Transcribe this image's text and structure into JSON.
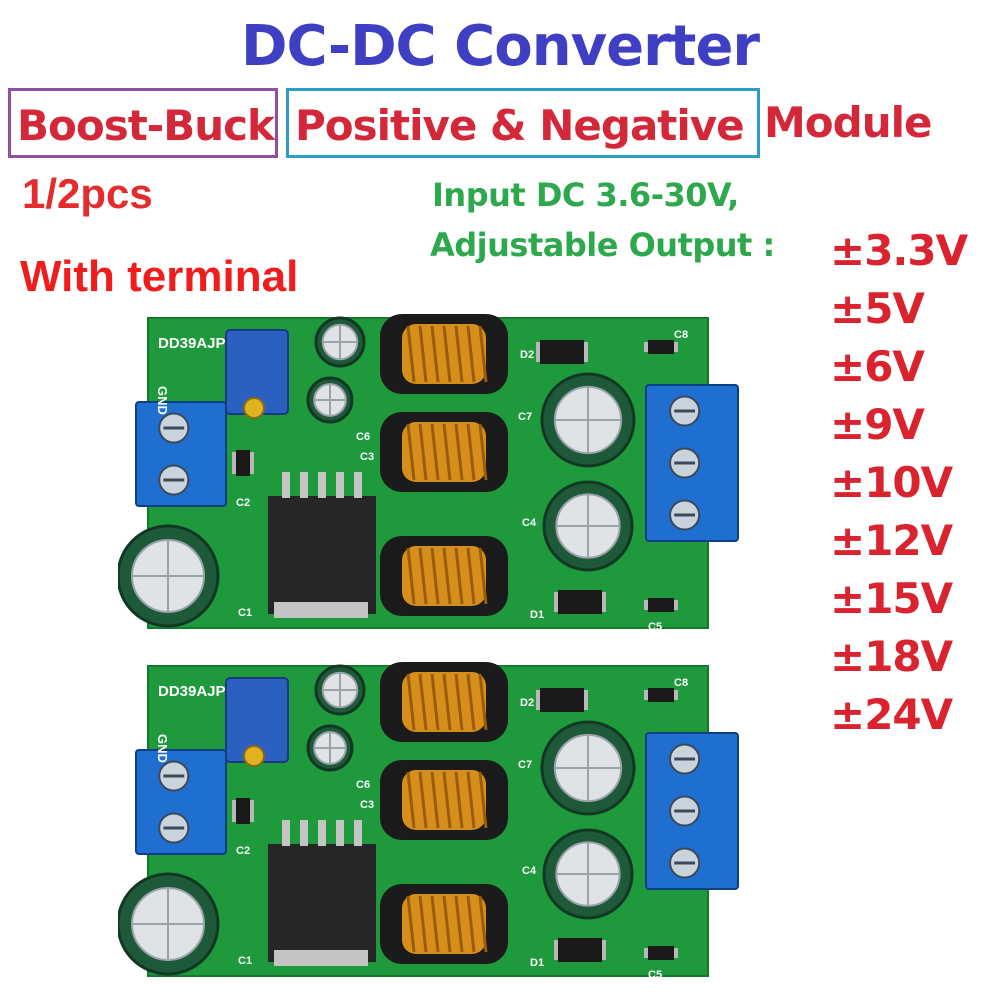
{
  "title": "DC-DC Converter",
  "tags": {
    "boost_buck": "Boost-Buck",
    "positive_negative": "Positive & Negative",
    "module": "Module"
  },
  "quantity": "1/2pcs",
  "terminal": "With terminal",
  "specs": {
    "input": "Input DC 3.6-30V,",
    "output": "Adjustable Output :"
  },
  "voltages": [
    "±3.3V",
    "±5V",
    "±6V",
    "±9V",
    "±10V",
    "±12V",
    "±15V",
    "±18V",
    "±24V"
  ],
  "board": {
    "model_label": "DD39AJP",
    "gnd_label": "GND",
    "pcb_labels": [
      "C8",
      "C7",
      "C2",
      "C1",
      "C3",
      "C4",
      "C5",
      "C6",
      "D1",
      "D2"
    ]
  },
  "colors": {
    "title": "#3f3fc4",
    "tag_text": "#d4283a",
    "boost_buck_border": "#8e4fa6",
    "positive_negative_border": "#2c9bc7",
    "specs_text": "#2ea84c",
    "voltage_text": "#d9232f",
    "pcb_green": "#1e9a3c",
    "terminal_blue": "#1f6fd1",
    "inductor_copper": "#d68f1a"
  }
}
